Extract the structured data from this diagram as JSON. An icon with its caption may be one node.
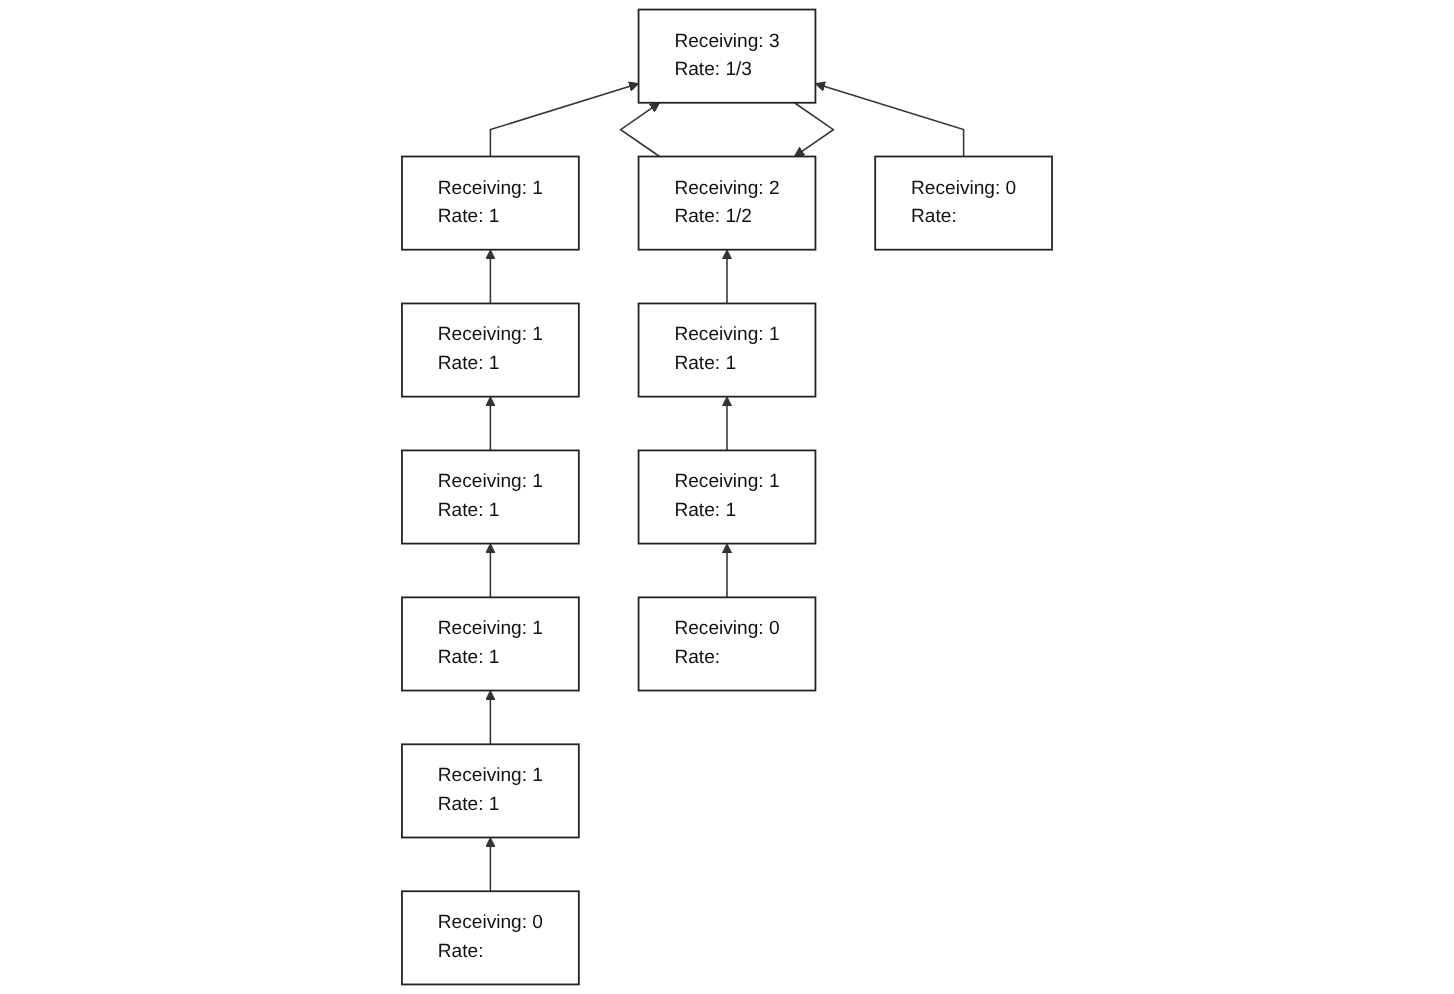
{
  "diagram": {
    "nodes": [
      {
        "text": [
          "Receiving: 2",
          "Rate: 1/2"
        ]
      },
      {
        "text": [
          "Receiving: 3",
          "Rate: 1/3"
        ]
      },
      {
        "text": [
          "Receiving: 1",
          "Rate: 1"
        ]
      },
      {
        "text": [
          "Receiving: 1",
          "Rate: 1"
        ]
      },
      {
        "text": [
          "Receiving: 0",
          "Rate:"
        ]
      },
      {
        "text": [
          "Receiving: 1",
          "Rate: 1"
        ]
      },
      {
        "text": [
          "Receiving: 1",
          "Rate: 1"
        ]
      },
      {
        "text": [
          "Receiving: 1",
          "Rate: 1"
        ]
      },
      {
        "text": [
          "Receiving: 1",
          "Rate: 1"
        ]
      },
      {
        "text": [
          "Receiving: 0",
          "Rate:"
        ]
      },
      {
        "text": [
          "Receiving: 1",
          "Rate: 1"
        ]
      },
      {
        "text": [
          "Receiving: 0",
          "Rate:"
        ]
      }
    ],
    "edges": [
      {
        "from": 0,
        "to": 1,
        "arrow": "to"
      },
      {
        "from": 1,
        "to": 0,
        "arrow": "to"
      },
      {
        "from": 2,
        "to": 1,
        "arrow": "to"
      },
      {
        "from": 3,
        "to": 0,
        "arrow": "to"
      },
      {
        "from": 4,
        "to": 1,
        "arrow": "to"
      },
      {
        "from": 5,
        "to": 2,
        "arrow": "to"
      },
      {
        "from": 6,
        "to": 3,
        "arrow": "to"
      },
      {
        "from": 7,
        "to": 8,
        "arrow": "to"
      },
      {
        "from": 8,
        "to": 5,
        "arrow": "to"
      },
      {
        "from": 9,
        "to": 6,
        "arrow": "to"
      },
      {
        "from": 10,
        "to": 7,
        "arrow": "to"
      },
      {
        "from": 11,
        "to": 10,
        "arrow": "to"
      }
    ]
  }
}
